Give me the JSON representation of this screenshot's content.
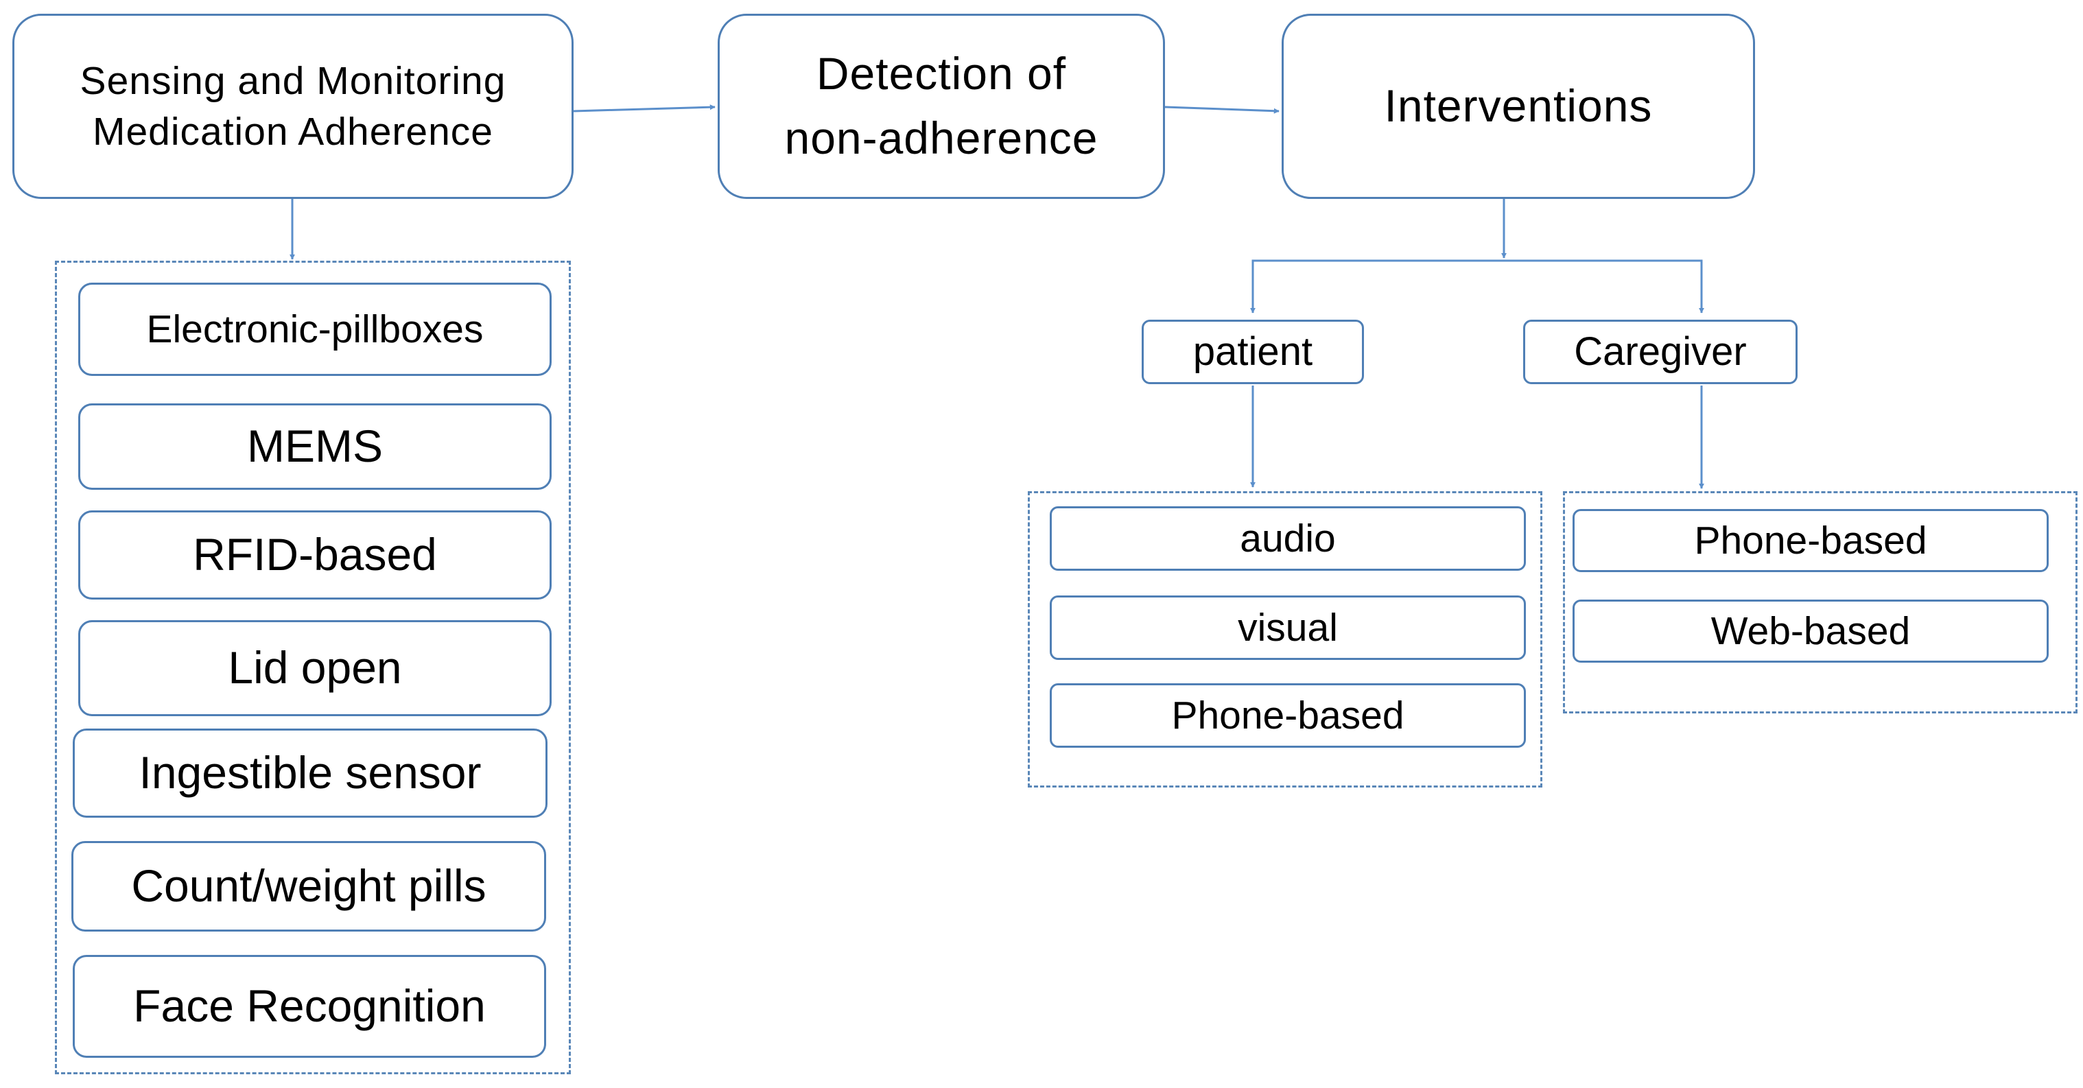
{
  "colors": {
    "stroke": "#4f7fb5",
    "connector": "#5b8fcb",
    "group_border": "#5a87b8"
  },
  "main": {
    "sensing": {
      "line1": "Sensing and Monitoring",
      "line2": "Medication Adherence"
    },
    "detection": {
      "line1": "Detection of",
      "line2": "non-adherence"
    },
    "interventions": "Interventions"
  },
  "sensing_methods": [
    "Electronic-pillboxes",
    "MEMS",
    "RFID-based",
    "Lid open",
    "Ingestible sensor",
    "Count/weight pills",
    "Face Recognition"
  ],
  "recipients": {
    "patient": "patient",
    "caregiver": "Caregiver"
  },
  "patient_channels": [
    "audio",
    "visual",
    "Phone-based"
  ],
  "caregiver_channels": [
    "Phone-based",
    "Web-based"
  ]
}
